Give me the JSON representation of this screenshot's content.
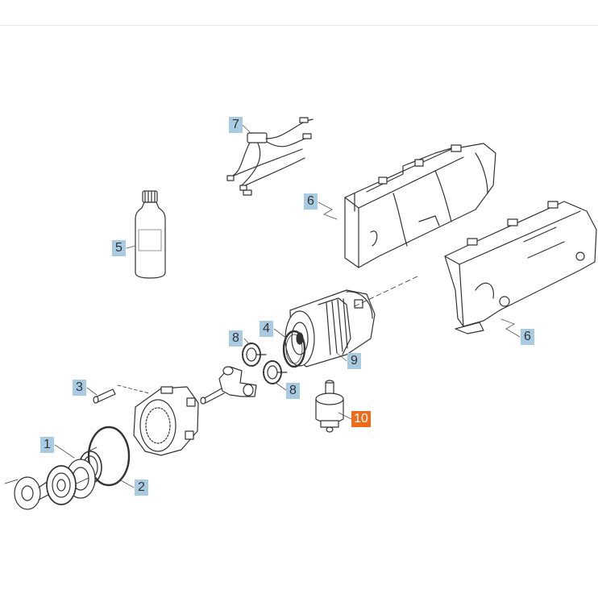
{
  "callouts": {
    "c1": "1",
    "c2": "2",
    "c3": "3",
    "c4": "4",
    "c5": "5",
    "c6a": "6",
    "c6b": "6",
    "c7": "7",
    "c8a": "8",
    "c8b": "8",
    "c9": "9",
    "c10": "10"
  },
  "colors": {
    "callout_default": "#a9cbe2",
    "callout_active": "#ef6b1c",
    "line": "#333333"
  }
}
